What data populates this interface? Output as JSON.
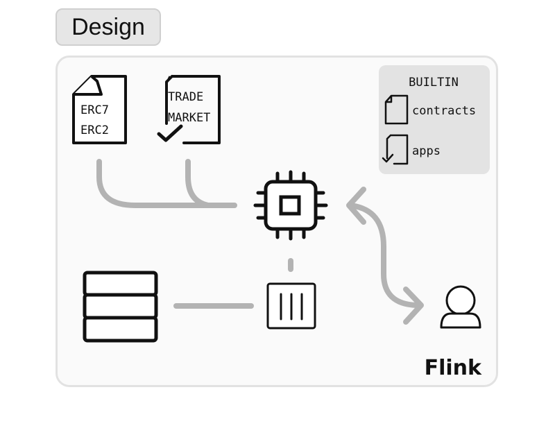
{
  "tab": {
    "label": "Design"
  },
  "documents": {
    "erc": {
      "line1": "ERC7",
      "line2": "ERC2"
    },
    "trade": {
      "line1": "TRADE",
      "line2": "MARKET"
    }
  },
  "builtin": {
    "title": "BUILTIN",
    "items": [
      {
        "label": "contracts",
        "icon": "document-icon"
      },
      {
        "label": "apps",
        "icon": "document-check-icon"
      }
    ]
  },
  "brand": {
    "label": "Flink"
  },
  "nodes": {
    "processor": "cpu-chip-icon",
    "storage": "database-icon",
    "queue": "container-icon",
    "user": "user-icon"
  },
  "colors": {
    "connector": "#b3b3b3",
    "stroke": "#111111",
    "panel_bg": "#fafafa",
    "panel_border": "#e2e2e2",
    "builtin_bg": "#e3e3e3"
  }
}
